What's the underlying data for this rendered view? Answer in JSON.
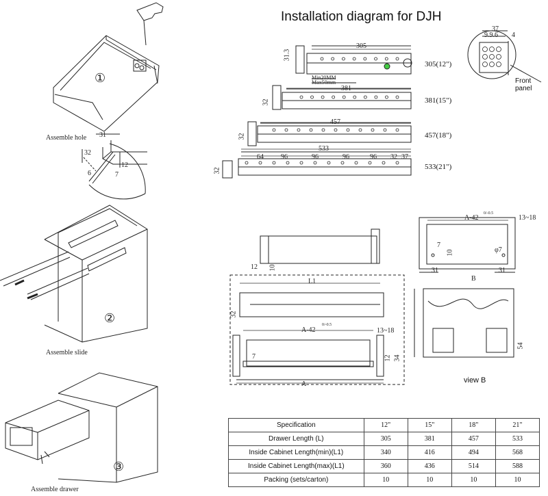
{
  "title": "Installation diagram for DJH",
  "steps": [
    {
      "number": "①",
      "caption": "Assemble hole"
    },
    {
      "number": "②",
      "caption": "Assemble slide"
    },
    {
      "number": "③",
      "caption": "Assemble drawer"
    }
  ],
  "hole_dims": {
    "d31": "31",
    "d32": "32",
    "d12": "12",
    "d7": "7",
    "d6": "6"
  },
  "top_right": {
    "d37": "37",
    "d996": "9.9.6",
    "d4": "4",
    "front_panel": "Front panel"
  },
  "slide_dims": {
    "d305": "305",
    "d31_3": "31.3",
    "min20": "Min20MM",
    "max50": "Max50mm",
    "d381": "381",
    "d32a": "32",
    "d457": "457",
    "d32b": "32",
    "d533": "533",
    "d64": "64",
    "d96a": "96",
    "d96b": "96",
    "d96c": "96",
    "d96d": "96",
    "d32c": "32",
    "d37b": "37",
    "d32d": "32"
  },
  "sizes": [
    "305(12\")",
    "381(15\")",
    "457(18\")",
    "533(21\")"
  ],
  "mid_dims": {
    "d12": "12",
    "d10": "10",
    "L1": "L1",
    "d32": "32",
    "a42": "A-42",
    "a42_tol": "0/-0.5",
    "d13_18": "13~18",
    "d7": "7",
    "d12b": "12",
    "d34": "34",
    "A": "A",
    "a42b": "A-42",
    "a42b_tol": "0/-0.5",
    "d13_18b": "13~18",
    "d7b": "7",
    "d10b": "10",
    "phi7": "φ7",
    "d31a": "31",
    "d31b": "31",
    "B": "B",
    "d54": "54"
  },
  "view_b": "view B",
  "table": {
    "header": [
      "Specification",
      "12\"",
      "15\"",
      "18\"",
      "21\""
    ],
    "rows": [
      [
        "Drawer Length (L)",
        "305",
        "381",
        "457",
        "533"
      ],
      [
        "Inside Cabinet Length(min)(L1)",
        "340",
        "416",
        "494",
        "568"
      ],
      [
        "Inside Cabinet Length(max)(L1)",
        "360",
        "436",
        "514",
        "588"
      ],
      [
        "Packing (sets/carton)",
        "10",
        "10",
        "10",
        "10"
      ]
    ]
  }
}
